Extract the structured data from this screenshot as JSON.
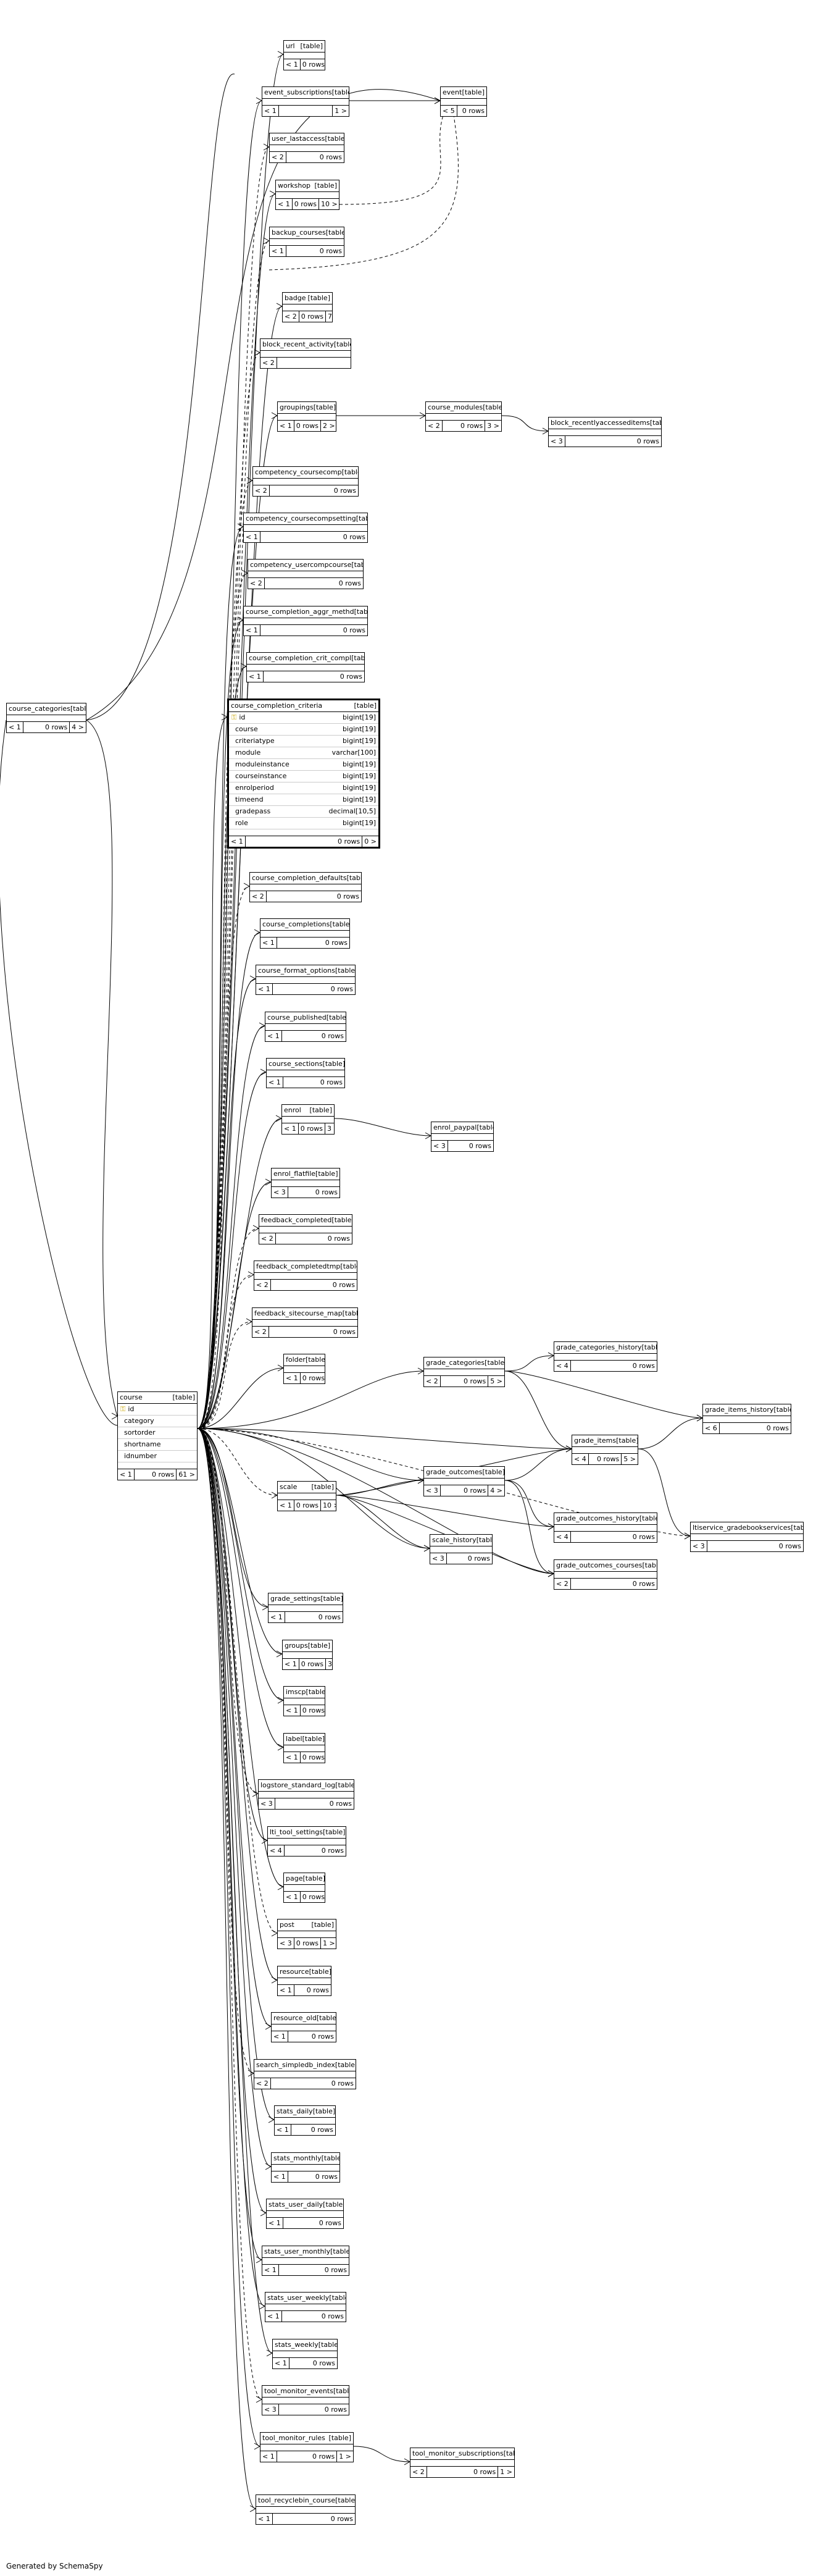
{
  "credit": "Generated by SchemaSpy",
  "table_tag": "[table]",
  "tables": [
    {
      "name": "url",
      "ftL": "< 1",
      "ftM": "0 rows",
      "ftR": ""
    },
    {
      "name": "event_subscriptions",
      "ftL": "< 1",
      "ftM": "",
      "ftR": "1 >"
    },
    {
      "name": "user_lastaccess",
      "ftL": "< 2",
      "ftM": "0 rows",
      "ftR": ""
    },
    {
      "name": "workshop",
      "ftL": "< 1",
      "ftM": "0 rows",
      "ftR": "10 >"
    },
    {
      "name": "backup_courses",
      "ftL": "< 1",
      "ftM": "0 rows",
      "ftR": ""
    },
    {
      "name": "badge",
      "ftL": "< 2",
      "ftM": "0 rows",
      "ftR": "7 >"
    },
    {
      "name": "block_recent_activity",
      "ftL": "< 2",
      "ftM": "",
      "ftR": ""
    },
    {
      "name": "groupings",
      "ftL": "< 1",
      "ftM": "0 rows",
      "ftR": "2 >"
    },
    {
      "name": "competency_coursecomp",
      "ftL": "< 2",
      "ftM": "0 rows",
      "ftR": ""
    },
    {
      "name": "competency_coursecompsetting",
      "ftL": "< 1",
      "ftM": "0 rows",
      "ftR": ""
    },
    {
      "name": "competency_usercompcourse",
      "ftL": "< 2",
      "ftM": "0 rows",
      "ftR": ""
    },
    {
      "name": "course_completion_aggr_methd",
      "ftL": "< 1",
      "ftM": "0 rows",
      "ftR": ""
    },
    {
      "name": "course_completion_crit_compl",
      "ftL": "< 1",
      "ftM": "0 rows",
      "ftR": ""
    },
    {
      "name": "course_completion_defaults",
      "ftL": "< 2",
      "ftM": "0 rows",
      "ftR": ""
    },
    {
      "name": "course_completions",
      "ftL": "< 1",
      "ftM": "0 rows",
      "ftR": ""
    },
    {
      "name": "course_format_options",
      "ftL": "< 1",
      "ftM": "0 rows",
      "ftR": ""
    },
    {
      "name": "course_published",
      "ftL": "< 1",
      "ftM": "0 rows",
      "ftR": ""
    },
    {
      "name": "course_sections",
      "ftL": "< 1",
      "ftM": "0 rows",
      "ftR": ""
    },
    {
      "name": "enrol",
      "ftL": "< 1",
      "ftM": "0 rows",
      "ftR": "3 >"
    },
    {
      "name": "enrol_flatfile",
      "ftL": "< 3",
      "ftM": "0 rows",
      "ftR": ""
    },
    {
      "name": "feedback_completed",
      "ftL": "< 2",
      "ftM": "0 rows",
      "ftR": ""
    },
    {
      "name": "feedback_completedtmp",
      "ftL": "< 2",
      "ftM": "0 rows",
      "ftR": ""
    },
    {
      "name": "feedback_sitecourse_map",
      "ftL": "< 2",
      "ftM": "0 rows",
      "ftR": ""
    },
    {
      "name": "folder",
      "ftL": "< 1",
      "ftM": "0 rows",
      "ftR": ""
    },
    {
      "name": "scale",
      "ftL": "< 1",
      "ftM": "0 rows",
      "ftR": "10 >"
    },
    {
      "name": "grade_settings",
      "ftL": "< 1",
      "ftM": "0 rows",
      "ftR": ""
    },
    {
      "name": "groups",
      "ftL": "< 1",
      "ftM": "0 rows",
      "ftR": "3 >"
    },
    {
      "name": "imscp",
      "ftL": "< 1",
      "ftM": "0 rows",
      "ftR": ""
    },
    {
      "name": "label",
      "ftL": "< 1",
      "ftM": "0 rows",
      "ftR": ""
    },
    {
      "name": "logstore_standard_log",
      "ftL": "< 3",
      "ftM": "0 rows",
      "ftR": ""
    },
    {
      "name": "lti_tool_settings",
      "ftL": "< 4",
      "ftM": "0 rows",
      "ftR": ""
    },
    {
      "name": "page",
      "ftL": "< 1",
      "ftM": "0 rows",
      "ftR": ""
    },
    {
      "name": "post",
      "ftL": "< 3",
      "ftM": "0 rows",
      "ftR": "1 >"
    },
    {
      "name": "resource",
      "ftL": "< 1",
      "ftM": "0 rows",
      "ftR": ""
    },
    {
      "name": "resource_old",
      "ftL": "< 1",
      "ftM": "0 rows",
      "ftR": ""
    },
    {
      "name": "search_simpledb_index",
      "ftL": "< 2",
      "ftM": "0 rows",
      "ftR": ""
    },
    {
      "name": "stats_daily",
      "ftL": "< 1",
      "ftM": "0 rows",
      "ftR": ""
    },
    {
      "name": "stats_monthly",
      "ftL": "< 1",
      "ftM": "0 rows",
      "ftR": ""
    },
    {
      "name": "stats_user_daily",
      "ftL": "< 1",
      "ftM": "0 rows",
      "ftR": ""
    },
    {
      "name": "stats_user_monthly",
      "ftL": "< 1",
      "ftM": "0 rows",
      "ftR": ""
    },
    {
      "name": "stats_user_weekly",
      "ftL": "< 1",
      "ftM": "0 rows",
      "ftR": ""
    },
    {
      "name": "stats_weekly",
      "ftL": "< 1",
      "ftM": "0 rows",
      "ftR": ""
    },
    {
      "name": "tool_monitor_events",
      "ftL": "< 3",
      "ftM": "0 rows",
      "ftR": ""
    },
    {
      "name": "tool_monitor_rules",
      "ftL": "< 1",
      "ftM": "0 rows",
      "ftR": "1 >"
    },
    {
      "name": "tool_recyclebin_course",
      "ftL": "< 1",
      "ftM": "0 rows",
      "ftR": ""
    },
    {
      "name": "event",
      "ftL": "< 5",
      "ftM": "0 rows",
      "ftR": ""
    },
    {
      "name": "course_modules",
      "ftL": "< 2",
      "ftM": "0 rows",
      "ftR": "3 >"
    },
    {
      "name": "block_recentlyaccesseditems",
      "ftL": "< 3",
      "ftM": "0 rows",
      "ftR": ""
    },
    {
      "name": "enrol_paypal",
      "ftL": "< 3",
      "ftM": "0 rows",
      "ftR": ""
    },
    {
      "name": "grade_categories",
      "ftL": "< 2",
      "ftM": "0 rows",
      "ftR": "5 >"
    },
    {
      "name": "grade_categories_history",
      "ftL": "< 4",
      "ftM": "0 rows",
      "ftR": ""
    },
    {
      "name": "grade_items",
      "ftL": "< 4",
      "ftM": "0 rows",
      "ftR": "5 >"
    },
    {
      "name": "grade_items_history",
      "ftL": "< 6",
      "ftM": "0 rows",
      "ftR": ""
    },
    {
      "name": "grade_outcomes",
      "ftL": "< 3",
      "ftM": "0 rows",
      "ftR": "4 >"
    },
    {
      "name": "grade_outcomes_history",
      "ftL": "< 4",
      "ftM": "0 rows",
      "ftR": ""
    },
    {
      "name": "grade_outcomes_courses",
      "ftL": "< 2",
      "ftM": "0 rows",
      "ftR": ""
    },
    {
      "name": "scale_history",
      "ftL": "< 3",
      "ftM": "0 rows",
      "ftR": ""
    },
    {
      "name": "ltiservice_gradebookservices",
      "ftL": "< 3",
      "ftM": "0 rows",
      "ftR": ""
    },
    {
      "name": "tool_monitor_subscriptions",
      "ftL": "< 2",
      "ftM": "0 rows",
      "ftR": "1 >"
    },
    {
      "name": "course_categories",
      "ftL": "< 1",
      "ftM": "0 rows",
      "ftR": "4 >"
    }
  ],
  "focus": {
    "name": "course_completion_criteria",
    "columns": [
      {
        "name": "id",
        "type": "bigint[19]",
        "pk": true
      },
      {
        "name": "course",
        "type": "bigint[19]"
      },
      {
        "name": "criteriatype",
        "type": "bigint[19]"
      },
      {
        "name": "module",
        "type": "varchar[100]"
      },
      {
        "name": "moduleinstance",
        "type": "bigint[19]"
      },
      {
        "name": "courseinstance",
        "type": "bigint[19]"
      },
      {
        "name": "enrolperiod",
        "type": "bigint[19]"
      },
      {
        "name": "timeend",
        "type": "bigint[19]"
      },
      {
        "name": "gradepass",
        "type": "decimal[10,5]"
      },
      {
        "name": "role",
        "type": "bigint[19]"
      }
    ],
    "ftL": "< 1",
    "ftM": "0 rows",
    "ftR": "0 >"
  },
  "course": {
    "name": "course",
    "columns": [
      {
        "name": "id",
        "type": "",
        "pk": true
      },
      {
        "name": "category",
        "type": ""
      },
      {
        "name": "sortorder",
        "type": ""
      },
      {
        "name": "shortname",
        "type": ""
      },
      {
        "name": "idnumber",
        "type": ""
      }
    ],
    "ftL": "< 1",
    "ftM": "0 rows",
    "ftR": "61 >"
  }
}
